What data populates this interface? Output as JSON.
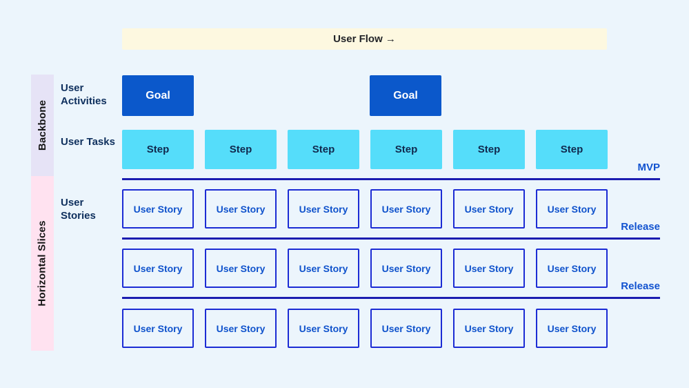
{
  "header": {
    "title": "User Flow →"
  },
  "side_groups": [
    {
      "label": "Backbone",
      "color": "#e6e3f6"
    },
    {
      "label": "Horizontal Slices",
      "color": "#ffe2f0"
    }
  ],
  "row_labels": {
    "activities": "User Activities",
    "tasks": "User Tasks",
    "stories": "User Stories"
  },
  "goals": [
    "Goal",
    "Goal"
  ],
  "steps": [
    "Step",
    "Step",
    "Step",
    "Step",
    "Step",
    "Step"
  ],
  "milestones": [
    "MVP",
    "Release",
    "Release"
  ],
  "story_rows": [
    [
      "User Story",
      "User Story",
      "User Story",
      "User Story",
      "User Story",
      "User Story"
    ],
    [
      "User Story",
      "User Story",
      "User Story",
      "User Story",
      "User Story",
      "User Story"
    ],
    [
      "User Story",
      "User Story",
      "User Story",
      "User Story",
      "User Story",
      "User Story"
    ]
  ],
  "colors": {
    "background": "#ecf5fc",
    "header_bar": "#fdf8e0",
    "backbone_strip": "#e6e3f6",
    "slices_strip": "#ffe2f0",
    "goal_card": "#0b58cb",
    "step_card": "#55ddfa",
    "story_border": "#1b2bd4",
    "story_text": "#0f52cc",
    "divider_line": "#1b1cb0",
    "milestone_text": "#1253d0",
    "row_label_text": "#0e2f5d"
  }
}
